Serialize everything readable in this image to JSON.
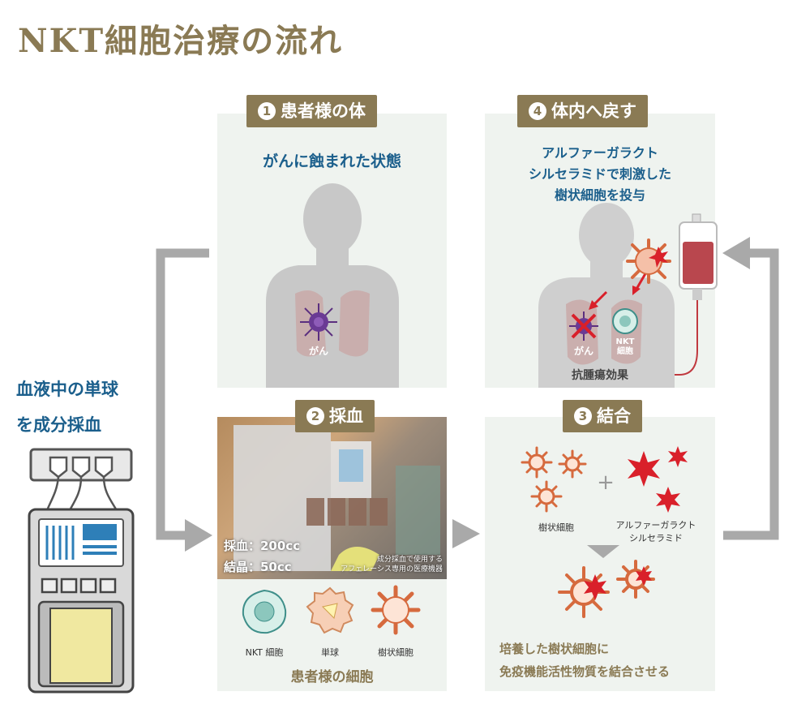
{
  "title": "NKT細胞治療の流れ",
  "left": {
    "line1": "血液中の単球",
    "line2": "を成分採血"
  },
  "step1": {
    "num": "1",
    "label": "患者様の体",
    "subtitle": "がんに蝕まれた状態",
    "cancer_label": "がん"
  },
  "step2": {
    "num": "2",
    "label": "採血",
    "blood": "採血：200cc",
    "crystal": "結晶：50cc",
    "machine_caption_line1": "成分採血で使用する",
    "machine_caption_line2": "アフェレーシス専用の医療機器",
    "cells": [
      "NKT 細胞",
      "単球",
      "樹状細胞"
    ],
    "footer": "患者様の細胞"
  },
  "step3": {
    "num": "3",
    "label": "結合",
    "dendritic_label": "樹状細胞",
    "alpha_line1": "アルファーガラクト",
    "alpha_line2": "シルセラミド",
    "plus": "+",
    "footer_line1": "培養した樹状細胞に",
    "footer_line2": "免疫機能活性物質を結合させる"
  },
  "step4": {
    "num": "4",
    "label": "体内へ戻す",
    "desc_line1": "アルファーガラクト",
    "desc_line2": "シルセラミドで刺激した",
    "desc_line3": "樹状細胞を投与",
    "cancer_label": "がん",
    "nkt_line1": "NKT",
    "nkt_line2": "細胞",
    "footer": "抗腫瘍効果"
  },
  "colors": {
    "gold": "#8a7a54",
    "blue": "#1b5f8c",
    "panel": "#eff3ef",
    "arrow": "#a9a9a9",
    "red": "#d9202a"
  }
}
